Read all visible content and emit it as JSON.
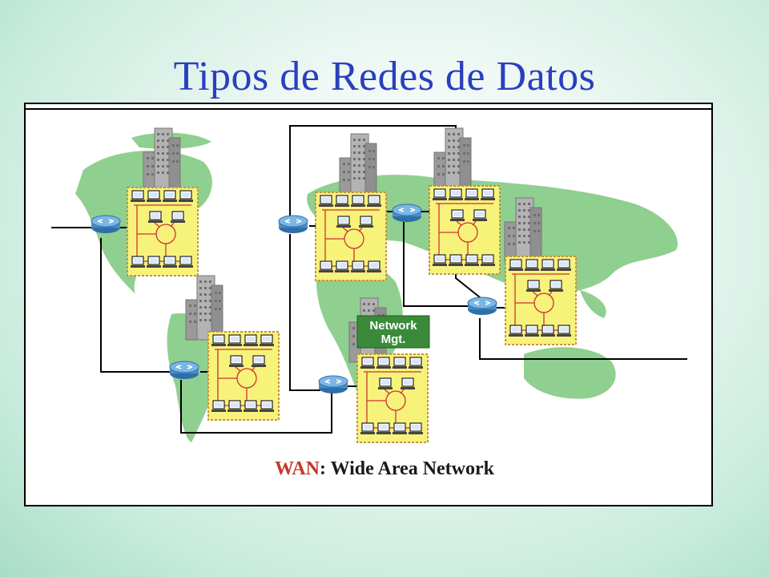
{
  "slide": {
    "title": "Tipos de Redes de Datos",
    "caption_abbr": "WAN",
    "caption_rest": ": Wide Area Network"
  },
  "diagram": {
    "mgmt_label_1": "Network",
    "mgmt_label_2": "Mgt.",
    "colors": {
      "map": "#8fcf8f",
      "lan_box": "#f7f27a",
      "lan_border": "#c9913a",
      "wire": "#cc3333",
      "router": "#4a8fc8",
      "building": "#a0a0a0",
      "mgmt_bg": "#3a8a3a"
    },
    "icons": [
      "router-icon",
      "building-icon",
      "computer-icon",
      "hub-icon"
    ]
  }
}
